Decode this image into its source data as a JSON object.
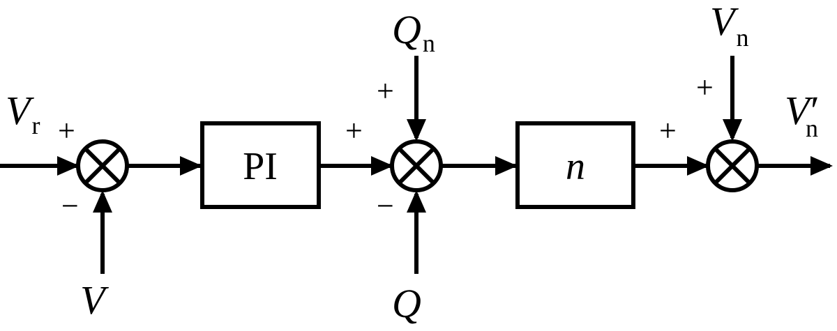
{
  "inputs": {
    "vr": {
      "main": "V",
      "sub": "r"
    },
    "v": {
      "main": "V"
    },
    "qn": {
      "main": "Q",
      "sub": "n"
    },
    "q": {
      "main": "Q"
    },
    "vn": {
      "main": "V",
      "sub": "n"
    }
  },
  "output": {
    "main": "V",
    "sub": "n",
    "prime": "′"
  },
  "blocks": {
    "pi": "PI",
    "n": "n"
  },
  "signs": {
    "sum1_left": "+",
    "sum1_bottom": "−",
    "sum2_left": "+",
    "sum2_top": "+",
    "sum2_bottom": "−",
    "sum3_left": "+",
    "sum3_top": "+"
  }
}
